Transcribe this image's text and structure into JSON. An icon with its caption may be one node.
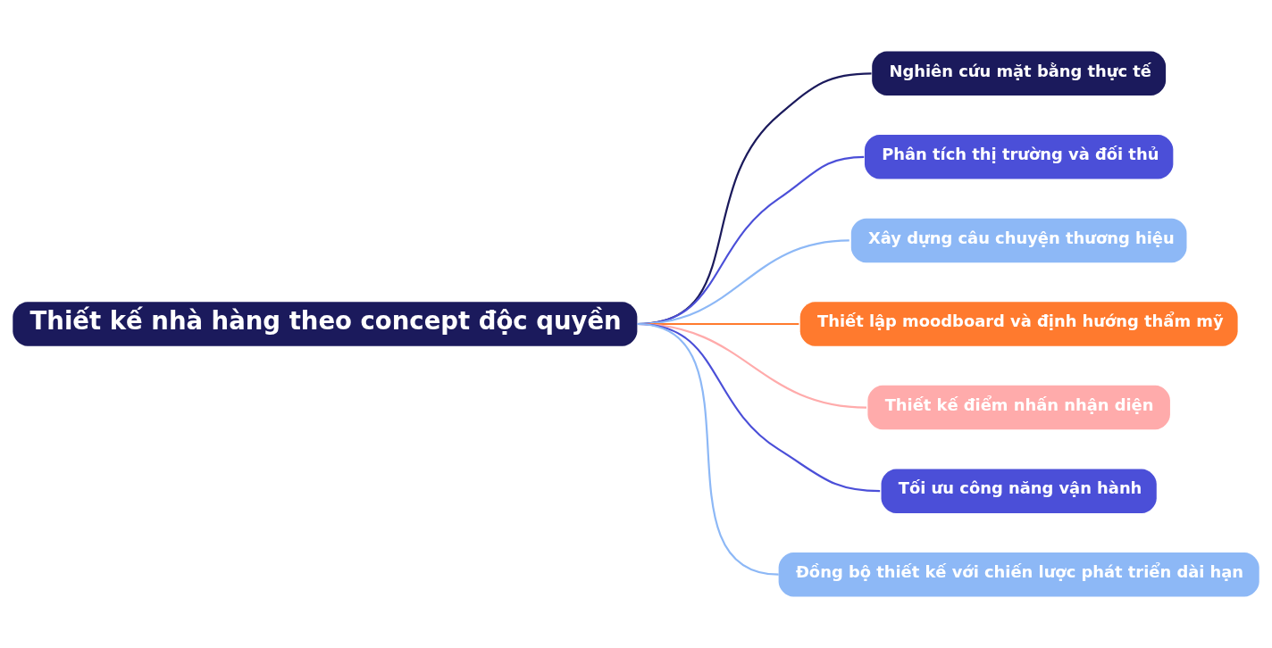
{
  "diagram": {
    "nodes": [
      {
        "text": [
          "Thiết kế nhà hàng theo concept độc quyền"
        ]
      },
      {
        "text": [
          "Nghiên cứu mặt bằng thực tế"
        ]
      },
      {
        "text": [
          "Phân tích thị trường và đối thủ"
        ]
      },
      {
        "text": [
          "Xây dựng câu chuyện thương hiệu"
        ]
      },
      {
        "text": [
          "Thiết lập moodboard và định hướng thẩm mỹ"
        ]
      },
      {
        "text": [
          "Thiết kế điểm nhấn nhận diện"
        ]
      },
      {
        "text": [
          "Tối ưu công năng vận hành"
        ]
      },
      {
        "text": [
          "Đồng bộ thiết kế với chiến lược phát triển dài hạn"
        ]
      }
    ],
    "edges": [
      {
        "from": 0,
        "to": 1,
        "arrow": "none",
        "color": "#1b1a5c"
      },
      {
        "from": 0,
        "to": 2,
        "arrow": "none",
        "color": "#4b4fd8"
      },
      {
        "from": 0,
        "to": 3,
        "arrow": "none",
        "color": "#8db8f6"
      },
      {
        "from": 0,
        "to": 4,
        "arrow": "none",
        "color": "#ff7a2e"
      },
      {
        "from": 0,
        "to": 5,
        "arrow": "none",
        "color": "#ffabab"
      },
      {
        "from": 0,
        "to": 6,
        "arrow": "none",
        "color": "#4b4fd8"
      },
      {
        "from": 0,
        "to": 7,
        "arrow": "none",
        "color": "#8db8f6"
      }
    ]
  }
}
